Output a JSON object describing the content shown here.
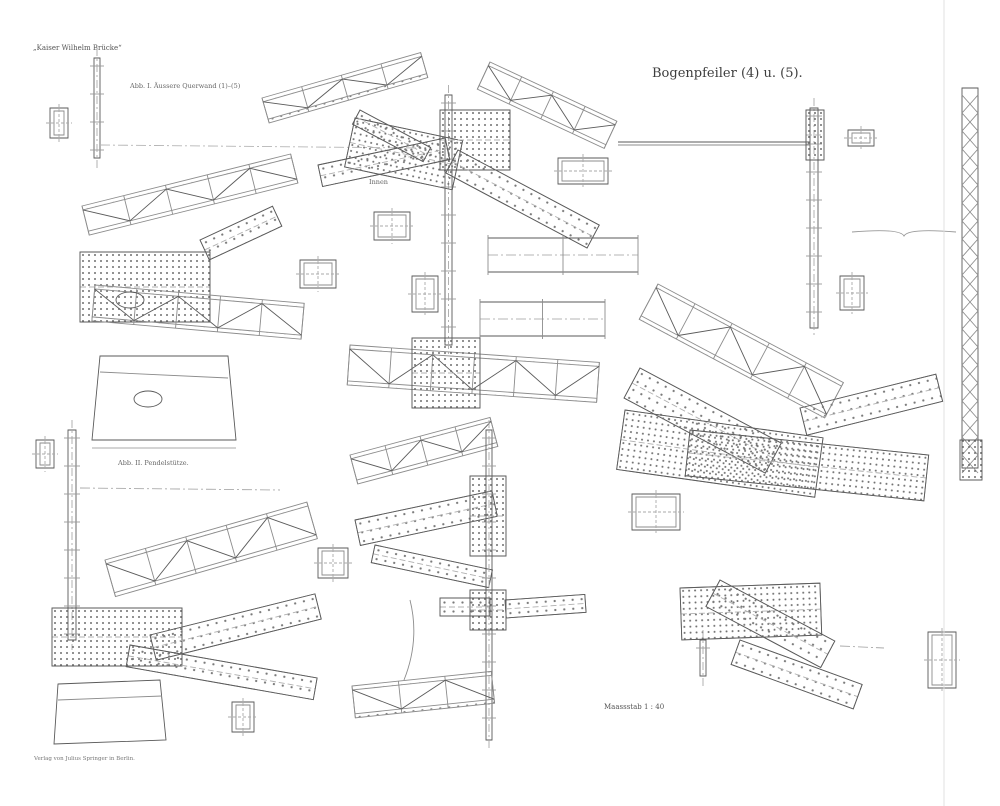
{
  "sheet": {
    "header": "„Kaiser Wilhelm Brücke“",
    "title": "Bogenpfeiler (4) u. (5).",
    "fig1_caption": "Abb. I. Äussere Querwand (1)–(5)",
    "fig2_caption": "Abb. II. Pendelstütze.",
    "label_innen": "Innen",
    "scale": "Maassstab 1 : 40",
    "publisher": "Verlag von Julius Springer in Berlin.",
    "colors": {
      "line": "#8c8c8c",
      "dark": "#5a5a5a",
      "paper": "#ffffff"
    }
  }
}
